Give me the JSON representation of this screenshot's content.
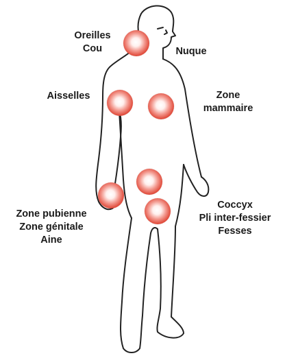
{
  "labels": {
    "ears_neck": [
      "Oreilles",
      "Cou"
    ],
    "nape": [
      "Nuque"
    ],
    "armpits": [
      "Aisselles"
    ],
    "breast_zone": [
      "Zone",
      "mammaire"
    ],
    "pubic_zone": [
      "Zone pubienne",
      "Zone génitale",
      "Aine"
    ],
    "coccyx_zone": [
      "Coccyx",
      "Pli inter-fessier",
      "Fesses"
    ]
  },
  "dot_color": "#e04a3a",
  "outline_color": "#222222"
}
